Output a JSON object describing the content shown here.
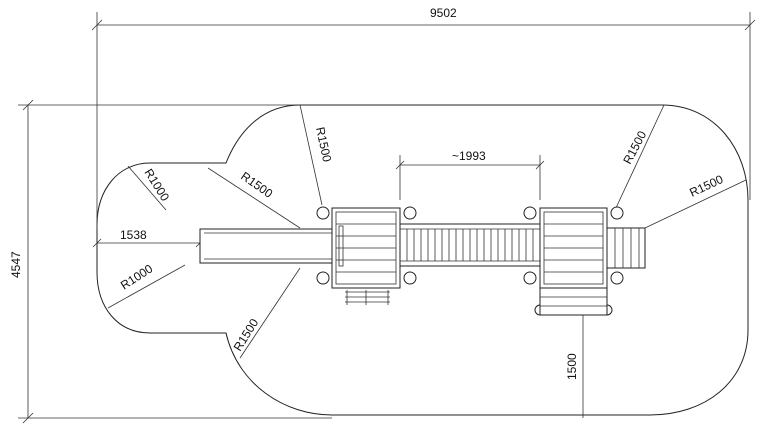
{
  "drawing": {
    "overall_width": "9502",
    "overall_height": "4547",
    "left_offset": "1538",
    "bridge_length": "~1993",
    "deck_clearance": "1500",
    "radii": [
      "R1500",
      "R1000",
      "R1500",
      "R1000",
      "R1500",
      "R1500",
      "R1500"
    ]
  }
}
